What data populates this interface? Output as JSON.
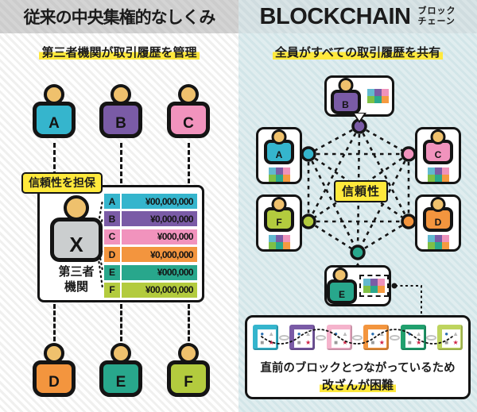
{
  "left": {
    "title": "従来の中央集権的なしくみ",
    "subtitle": "第三者機関が取引履歴を管理",
    "trust_badge": "信頼性を担保",
    "authority": {
      "label": "X",
      "color": "#cbcecf",
      "name_line1": "第三者",
      "name_line2": "機関"
    },
    "top_persons": [
      {
        "label": "A",
        "color": "#35b5cd"
      },
      {
        "label": "B",
        "color": "#7a5ba6"
      },
      {
        "label": "C",
        "color": "#f193bd"
      }
    ],
    "bottom_persons": [
      {
        "label": "D",
        "color": "#f3953e"
      },
      {
        "label": "E",
        "color": "#28a78c"
      },
      {
        "label": "F",
        "color": "#b3cb3e"
      }
    ],
    "ledger_rows": [
      {
        "label": "A",
        "amount": "¥00,000,000",
        "color": "#35b5cd"
      },
      {
        "label": "B",
        "amount": "¥0,000,000",
        "color": "#7a5ba6"
      },
      {
        "label": "C",
        "amount": "¥000,000",
        "color": "#f193bd"
      },
      {
        "label": "D",
        "amount": "¥0,000,000",
        "color": "#f3953e"
      },
      {
        "label": "E",
        "amount": "¥000,000",
        "color": "#28a78c"
      },
      {
        "label": "F",
        "amount": "¥00,000,000",
        "color": "#b3cb3e"
      }
    ]
  },
  "right": {
    "title": "BLOCKCHAIN",
    "title_kana1": "ブロック",
    "title_kana2": "チェーン",
    "subtitle": "全員がすべての取引履歴を共有",
    "trust_label": "信頼性",
    "members": {
      "A": {
        "label": "A",
        "color": "#35b5cd"
      },
      "B": {
        "label": "B",
        "color": "#7a5ba6"
      },
      "C": {
        "label": "C",
        "color": "#f193bd"
      },
      "D": {
        "label": "D",
        "color": "#f3953e"
      },
      "E": {
        "label": "E",
        "color": "#28a78c"
      },
      "F": {
        "label": "F",
        "color": "#b3cb3e"
      }
    },
    "ledger_colors": [
      "#62b9cf",
      "#7b5ca6",
      "#ef93bb",
      "#7fc045",
      "#2aa88d",
      "#f59a40"
    ],
    "caption_line1": "直前のブロックとつながっているため",
    "caption_line2": "改ざんが困難",
    "blocks": [
      {
        "color": "#35b5cd"
      },
      {
        "color": "#7a5ba6"
      },
      {
        "color": "#f5b3cc"
      },
      {
        "color": "#f3953e"
      },
      {
        "color": "#21a06e"
      },
      {
        "color": "#bed45e"
      }
    ],
    "block_glyphs": [
      "●",
      "▲",
      "■",
      "★"
    ]
  },
  "colors": {
    "highlight": "#ffe93c",
    "ink": "#141414"
  }
}
